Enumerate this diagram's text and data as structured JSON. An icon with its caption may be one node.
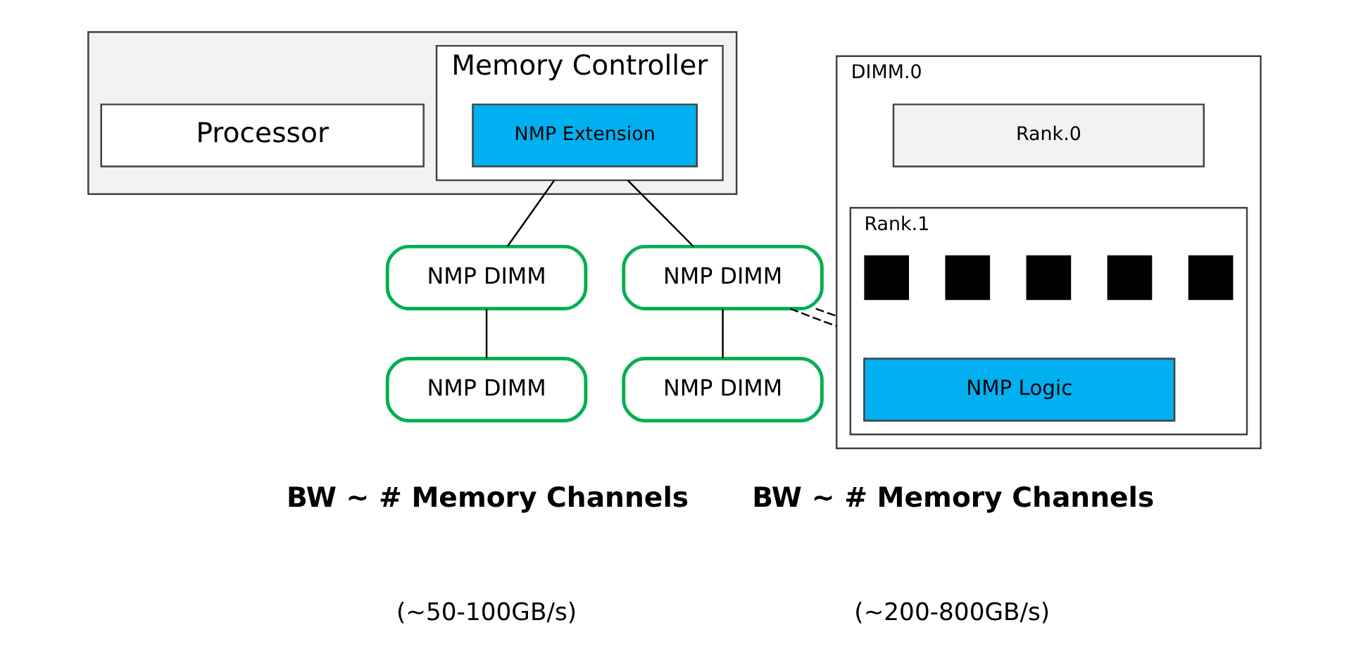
{
  "diagram": {
    "nodes": [
      {
        "text": [],
        "shape": "box"
      },
      {
        "text": [
          "Processor"
        ],
        "in": 0
      },
      {
        "text": [
          "Memory Controller"
        ],
        "in": 0
      },
      {
        "text": [
          "NMP Extension"
        ],
        "in": 2
      },
      {
        "text": [
          "NMP DIMM"
        ]
      },
      {
        "text": [
          "NMP DIMM"
        ]
      },
      {
        "text": [
          "NMP DIMM"
        ]
      },
      {
        "text": [
          "NMP DIMM"
        ]
      },
      {
        "text": [
          "DIMM.0"
        ]
      },
      {
        "text": [
          "Rank.0"
        ],
        "in": 8
      },
      {
        "text": [
          "Rank.1"
        ],
        "in": 8
      },
      {
        "text": [],
        "shape": "box",
        "in": 10
      },
      {
        "text": [],
        "shape": "box",
        "in": 10
      },
      {
        "text": [],
        "shape": "box",
        "in": 10
      },
      {
        "text": [],
        "shape": "box",
        "in": 10
      },
      {
        "text": [],
        "shape": "box",
        "in": 10
      },
      {
        "text": [
          "NMP Logic"
        ],
        "in": 10
      }
    ],
    "edges": [
      {
        "from": 2,
        "to": 4,
        "arrow": "none"
      },
      {
        "from": 2,
        "to": 6,
        "arrow": "none"
      },
      {
        "from": 4,
        "to": 5,
        "arrow": "none"
      },
      {
        "from": 6,
        "to": 7,
        "arrow": "none"
      },
      {
        "from": 6,
        "to": 8,
        "arrow": "none",
        "style": "dashed"
      },
      {
        "from": 6,
        "to": 8,
        "arrow": "none",
        "style": "dashed"
      }
    ],
    "labels": [
      "BW ~ # Memory Channels",
      "(~50-100GB/s)",
      "BW ~ # Memory Channels",
      "(~200-800GB/s)"
    ]
  }
}
